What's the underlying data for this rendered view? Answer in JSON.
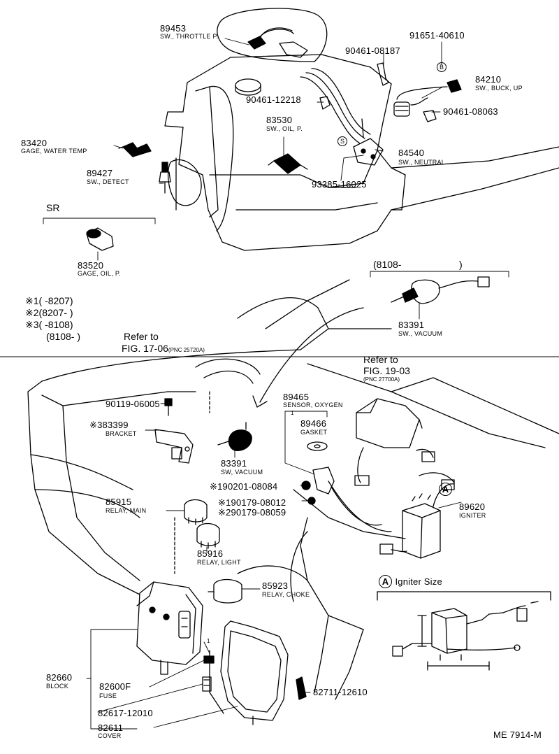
{
  "parts": [
    {
      "id": "89453",
      "desc": "SW., THROTTLE P."
    },
    {
      "id": "91651-40610",
      "desc": ""
    },
    {
      "id": "90461-08187",
      "desc": ""
    },
    {
      "id": "84210",
      "desc": "SW., BUCK, UP"
    },
    {
      "id": "90461-12218",
      "desc": ""
    },
    {
      "id": "90461-08063",
      "desc": ""
    },
    {
      "id": "83530",
      "desc": "SW., OIL, P."
    },
    {
      "id": "83420",
      "desc": "GAGE, WATER TEMP"
    },
    {
      "id": "84540",
      "desc": "SW., NEUTRAL"
    },
    {
      "id": "89427",
      "desc": "SW., DETECT"
    },
    {
      "id": "93385-16025",
      "desc": ""
    },
    {
      "id": "83520",
      "desc": "GAGE, OIL, P."
    },
    {
      "id": "83391",
      "desc": "SW., VACUUM"
    },
    {
      "id": "89465",
      "desc": "SENSOR, OXYGEN"
    },
    {
      "id": "89466",
      "desc": "GASKET"
    },
    {
      "id": "90119-06005",
      "desc": ""
    },
    {
      "id": "83399",
      "desc": "BRACKET"
    },
    {
      "id": "83391",
      "desc": "SW, VACUUM"
    },
    {
      "id": "90201-08084",
      "desc": ""
    },
    {
      "id": "85915",
      "desc": "RELAY, MAIN"
    },
    {
      "id": "90179-08012",
      "desc": ""
    },
    {
      "id": "90179-08059",
      "desc": ""
    },
    {
      "id": "89620",
      "desc": "IGNITER"
    },
    {
      "id": "85916",
      "desc": "RELAY, LIGHT"
    },
    {
      "id": "85923",
      "desc": "RELAY, CHOKE"
    },
    {
      "id": "82660",
      "desc": "BLOCK"
    },
    {
      "id": "82600F",
      "desc": "FUSE"
    },
    {
      "id": "82617-12010",
      "desc": ""
    },
    {
      "id": "82711-12610",
      "desc": ""
    },
    {
      "id": "82611",
      "desc": "COVER"
    }
  ],
  "markers": {
    "b": "B",
    "s": "S",
    "a": "A",
    "one": "1",
    "star": "※",
    "star1": "※1",
    "star2": "※2",
    "star3": "※3"
  },
  "notes": {
    "sr": "SR",
    "range_8108": "(8108-",
    "range_close": ")",
    "star1_range": "(      -8207)",
    "star2_range": "(8207-        )",
    "star3_range": "(      -8108)",
    "range_8108b": "(8108-        )",
    "refer_to": "Refer to",
    "fig_17": "FIG. 17-06",
    "pnc_17": "(PNC 25720A)",
    "fig_19": "FIG. 19-03",
    "pnc_19": "(PNC  27700A)",
    "igniter_size": "Igniter Size",
    "code": "ME 7914-M"
  }
}
